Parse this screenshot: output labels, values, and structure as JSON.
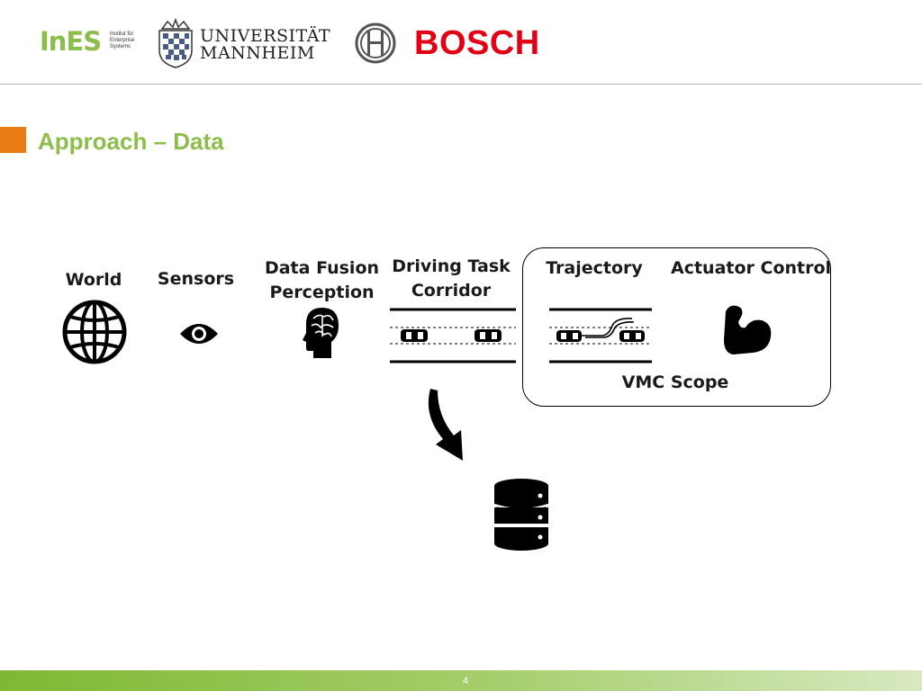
{
  "header": {
    "ines_logo": {
      "word": "InES",
      "subtitle": "Institut für Enterprise Systems"
    },
    "university_logo": {
      "line1": "UNIVERSITÄT",
      "line2": "MANNHEIM"
    },
    "bosch_logo": {
      "word": "BOSCH"
    }
  },
  "slide": {
    "title": "Approach – Data"
  },
  "diagram": {
    "stages": [
      {
        "label": "World",
        "icon": "globe-icon"
      },
      {
        "label": "Sensors",
        "icon": "eye-icon"
      },
      {
        "label_line1": "Data Fusion",
        "label_line2": "Perception",
        "icon": "head-brain-icon"
      },
      {
        "label_line1": "Driving Task",
        "label_line2": "Corridor",
        "icon": "road-corridor-icon"
      },
      {
        "label": "Trajectory",
        "icon": "lane-change-icon"
      },
      {
        "label": "Actuator Control",
        "icon": "flexed-arm-icon"
      }
    ],
    "scope_label": "VMC Scope",
    "arrow_icon": "curved-arrow-down-icon",
    "storage_icon": "database-icon"
  },
  "footer": {
    "page_number": "4"
  },
  "colors": {
    "green": "#8dbe4b",
    "orange": "#e87c14",
    "bosch_red": "#e20015"
  }
}
